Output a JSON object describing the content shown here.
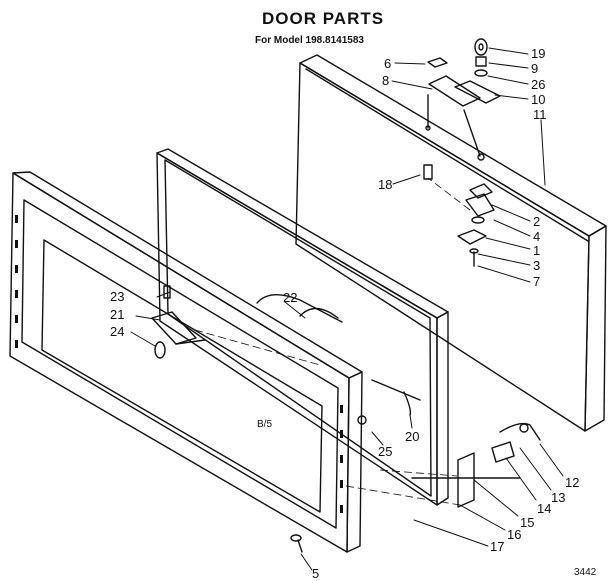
{
  "title": "DOOR PARTS",
  "subtitle": "For Model 198.8141583",
  "callouts": {
    "p19": "19",
    "p9": "9",
    "p26": "26",
    "p10": "10",
    "p11": "11",
    "p6": "6",
    "p8": "8",
    "p18": "18",
    "p2": "2",
    "p4": "4",
    "p1": "1",
    "p3": "3",
    "p7": "7",
    "p22": "22",
    "p23": "23",
    "p21": "21",
    "p24": "24",
    "p20": "20",
    "p25": "25",
    "p12": "12",
    "p13": "13",
    "p14": "14",
    "p15": "15",
    "p16": "16",
    "p17": "17",
    "p5": "5"
  },
  "inner_text": "B/5",
  "drawing_number": "3442"
}
